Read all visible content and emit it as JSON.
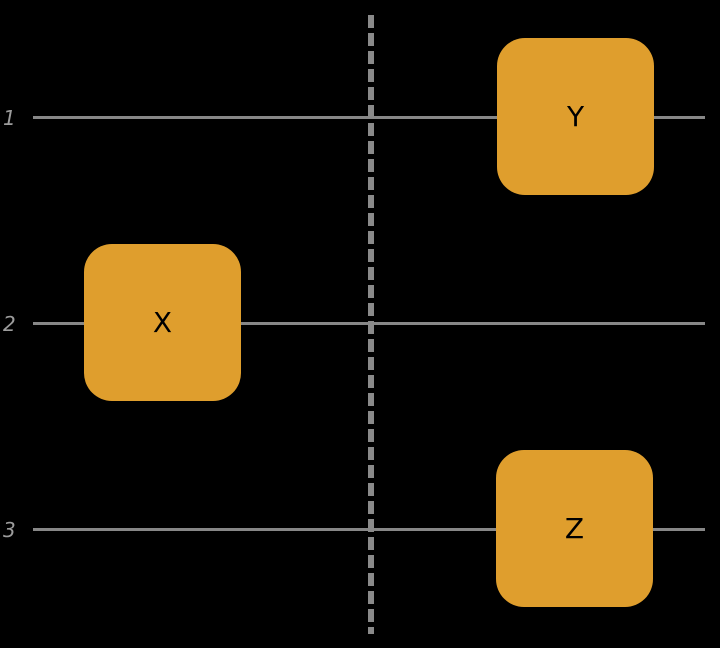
{
  "diagram": {
    "type": "quantum-circuit",
    "background_color": "#000000",
    "wire_color": "#878787",
    "wire_label_color": "#9c9c9c",
    "barrier_color": "#8a8a8a",
    "barrier_style": "dashed",
    "gate_fill_color": "#df9e2d",
    "gate_text_color": "#000000",
    "wires": [
      {
        "label": "1"
      },
      {
        "label": "2"
      },
      {
        "label": "3"
      }
    ],
    "gates": [
      {
        "label": "X",
        "wire": "2",
        "column": 1
      },
      {
        "label": "Y",
        "wire": "1",
        "column": 2
      },
      {
        "label": "Z",
        "wire": "3",
        "column": 2
      }
    ]
  }
}
